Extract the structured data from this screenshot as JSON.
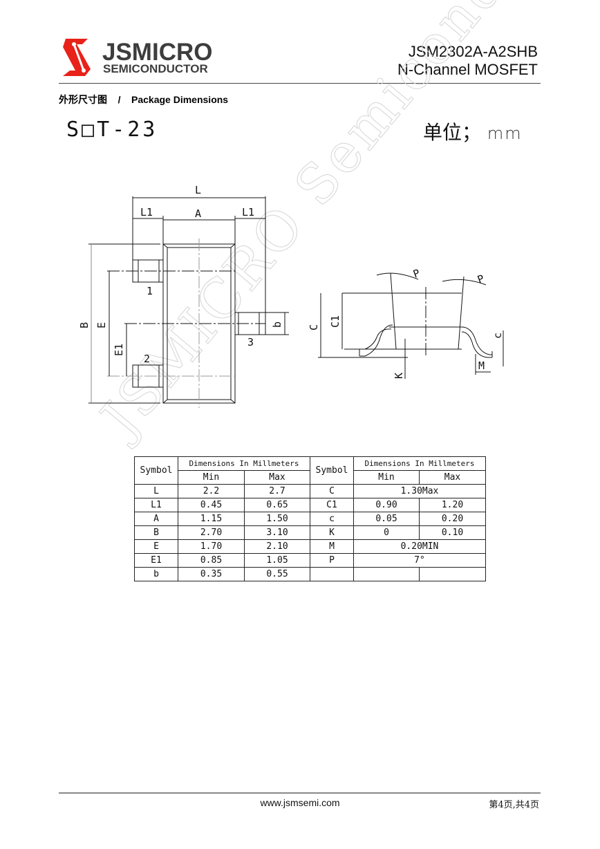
{
  "header": {
    "logo": {
      "brand": "JSMICRO",
      "subtitle": "SEMICONDUCTOR",
      "icon": "s-logo-icon",
      "brand_color": "#e8221a",
      "text_color": "#3d3d3d"
    },
    "part_number": "JSM2302A-A2SHB",
    "part_type": "N-Channel MOSFET"
  },
  "section": {
    "title_cn": "外形尺寸图",
    "separator": "/",
    "title_en": "Package Dimensions"
  },
  "package": {
    "name": "S□T-23",
    "unit_label": "单位；",
    "unit": "mm"
  },
  "drawing_top": {
    "labels": {
      "L": "L",
      "L1_left": "L1",
      "A": "A",
      "L1_right": "L1",
      "B": "B",
      "E": "E",
      "E1": "E1",
      "b": "b",
      "pin1": "1",
      "pin2": "2",
      "pin3": "3"
    }
  },
  "drawing_side": {
    "labels": {
      "P_left": "P",
      "P_right": "P",
      "C": "C",
      "C1": "C1",
      "c": "c",
      "K": "K",
      "M": "M"
    }
  },
  "table": {
    "header": {
      "symbol": "Symbol",
      "dims": "Dimensions In Millmeters",
      "min": "Min",
      "max": "Max"
    },
    "left_rows": [
      {
        "symbol": "L",
        "min": "2.2",
        "max": "2.7"
      },
      {
        "symbol": "L1",
        "min": "0.45",
        "max": "0.65"
      },
      {
        "symbol": "A",
        "min": "1.15",
        "max": "1.50"
      },
      {
        "symbol": "B",
        "min": "2.70",
        "max": "3.10"
      },
      {
        "symbol": "E",
        "min": "1.70",
        "max": "2.10"
      },
      {
        "symbol": "E1",
        "min": "0.85",
        "max": "1.05"
      },
      {
        "symbol": "b",
        "min": "0.35",
        "max": "0.55"
      }
    ],
    "right_rows": [
      {
        "symbol": "C",
        "merged": "1.30Max"
      },
      {
        "symbol": "C1",
        "min": "0.90",
        "max": "1.20"
      },
      {
        "symbol": "c",
        "min": "0.05",
        "max": "0.20"
      },
      {
        "symbol": "K",
        "min": "0",
        "max": "0.10"
      },
      {
        "symbol": "M",
        "merged": "0.20MIN"
      },
      {
        "symbol": "P",
        "merged": "7°"
      },
      {
        "symbol": "",
        "min": "",
        "max": ""
      }
    ]
  },
  "watermark": "JSMICRO Semiconductor",
  "footer": {
    "url": "www.jsmsemi.com",
    "page": "第4页,共4页"
  }
}
